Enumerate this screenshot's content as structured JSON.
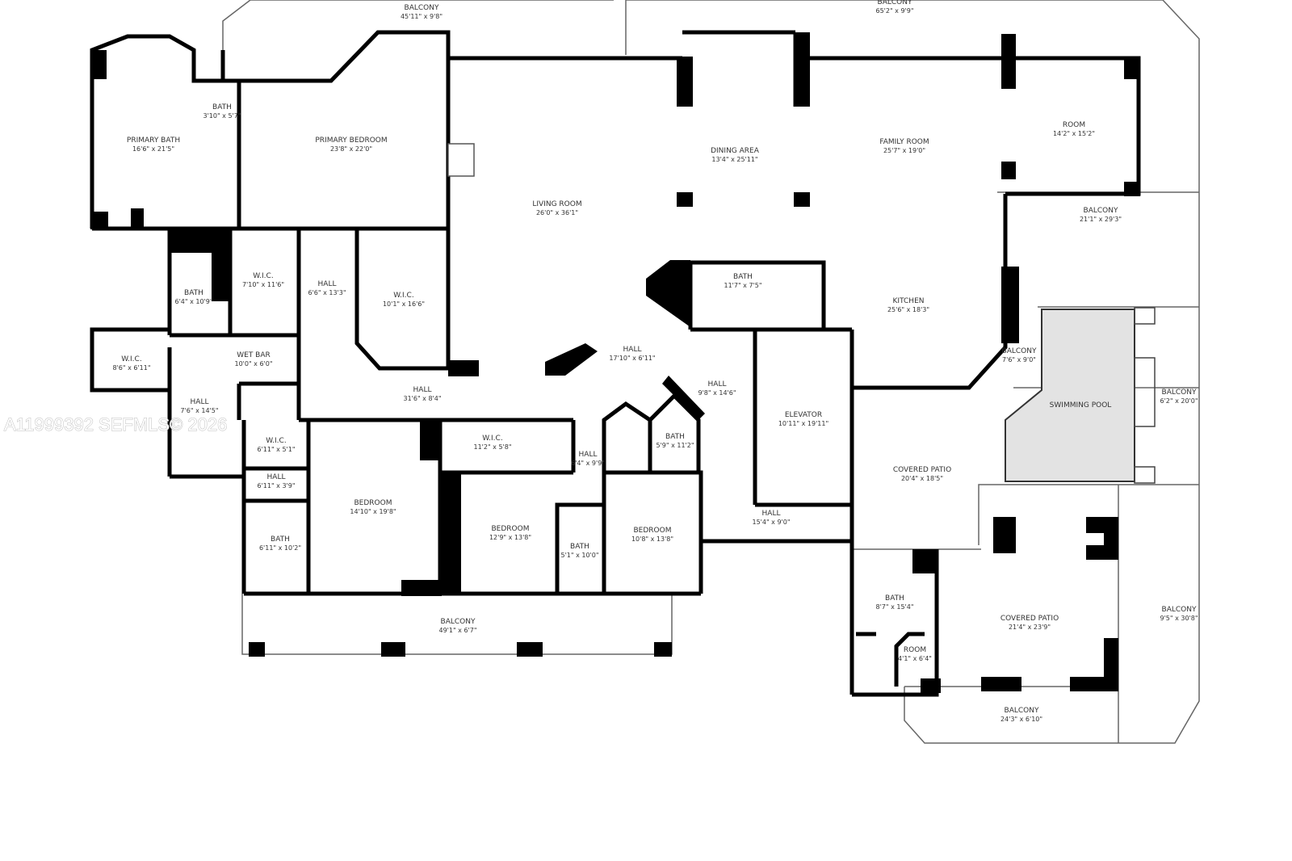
{
  "watermark": "A11999392  SEFMLS© 2026",
  "rooms": [
    {
      "id": "balcony-top-left",
      "name": "BALCONY",
      "dim": "45'11\" x 9'8\""
    },
    {
      "id": "balcony-top-right",
      "name": "BALCONY",
      "dim": "65'2\" x 9'9\""
    },
    {
      "id": "primary-bath",
      "name": "PRIMARY BATH",
      "dim": "16'6\" x 21'5\""
    },
    {
      "id": "bath-1",
      "name": "BATH",
      "dim": "3'10\" x 5'7\""
    },
    {
      "id": "primary-bedroom",
      "name": "PRIMARY BEDROOM",
      "dim": "23'8\" x 22'0\""
    },
    {
      "id": "dining-area",
      "name": "DINING AREA",
      "dim": "13'4\" x 25'11\""
    },
    {
      "id": "family-room",
      "name": "FAMILY ROOM",
      "dim": "25'7\" x 19'0\""
    },
    {
      "id": "room-1",
      "name": "ROOM",
      "dim": "14'2\" x 15'2\""
    },
    {
      "id": "living-room",
      "name": "LIVING ROOM",
      "dim": "26'0\" x 36'1\""
    },
    {
      "id": "balcony-right-1",
      "name": "BALCONY",
      "dim": "21'1\" x 29'3\""
    },
    {
      "id": "wic-1",
      "name": "W.I.C.",
      "dim": "7'10\" x 11'6\""
    },
    {
      "id": "hall-1",
      "name": "HALL",
      "dim": "6'6\" x 13'3\""
    },
    {
      "id": "bath-2",
      "name": "BATH",
      "dim": "6'4\" x 10'9\""
    },
    {
      "id": "wic-2",
      "name": "W.I.C.",
      "dim": "10'1\" x 16'6\""
    },
    {
      "id": "bath-3",
      "name": "BATH",
      "dim": "11'7\" x 7'5\""
    },
    {
      "id": "kitchen",
      "name": "KITCHEN",
      "dim": "25'6\" x 18'3\""
    },
    {
      "id": "wic-3",
      "name": "W.I.C.",
      "dim": "8'6\" x 6'11\""
    },
    {
      "id": "wet-bar",
      "name": "WET BAR",
      "dim": "10'0\" x 6'0\""
    },
    {
      "id": "hall-2",
      "name": "HALL",
      "dim": "17'10\" x 6'11\""
    },
    {
      "id": "balcony-pool",
      "name": "BALCONY",
      "dim": "7'6\" x 9'0\""
    },
    {
      "id": "hall-3",
      "name": "HALL",
      "dim": "9'8\" x 14'6\""
    },
    {
      "id": "balcony-right-2",
      "name": "BALCONY",
      "dim": "6'2\" x 20'0\""
    },
    {
      "id": "hall-4",
      "name": "HALL",
      "dim": "31'6\" x 8'4\""
    },
    {
      "id": "hall-5",
      "name": "HALL",
      "dim": "7'6\" x 14'5\""
    },
    {
      "id": "swimming-pool",
      "name": "SWIMMING POOL",
      "dim": ""
    },
    {
      "id": "elevator",
      "name": "ELEVATOR",
      "dim": "10'11\" x 19'11\""
    },
    {
      "id": "wic-4",
      "name": "W.I.C.",
      "dim": "6'11\" x 5'1\""
    },
    {
      "id": "wic-5",
      "name": "W.I.C.",
      "dim": "11'2\" x 5'8\""
    },
    {
      "id": "bath-4",
      "name": "BATH",
      "dim": "5'9\" x 11'2\""
    },
    {
      "id": "hall-6",
      "name": "HALL",
      "dim": "6'4\" x 9'9\""
    },
    {
      "id": "covered-patio-1",
      "name": "COVERED PATIO",
      "dim": "20'4\" x 18'5\""
    },
    {
      "id": "hall-7",
      "name": "HALL",
      "dim": "6'11\" x 3'9\""
    },
    {
      "id": "bedroom-1",
      "name": "BEDROOM",
      "dim": "14'10\" x 19'8\""
    },
    {
      "id": "bedroom-2",
      "name": "BEDROOM",
      "dim": "12'9\" x 13'8\""
    },
    {
      "id": "bedroom-3",
      "name": "BEDROOM",
      "dim": "10'8\" x 13'8\""
    },
    {
      "id": "hall-8",
      "name": "HALL",
      "dim": "15'4\" x 9'0\""
    },
    {
      "id": "bath-5",
      "name": "BATH",
      "dim": "6'11\" x 10'2\""
    },
    {
      "id": "bath-6",
      "name": "BATH",
      "dim": "5'1\" x 10'0\""
    },
    {
      "id": "bath-7",
      "name": "BATH",
      "dim": "8'7\" x 15'4\""
    },
    {
      "id": "covered-patio-2",
      "name": "COVERED PATIO",
      "dim": "21'4\" x 23'9\""
    },
    {
      "id": "balcony-right-3",
      "name": "BALCONY",
      "dim": "9'5\" x 30'8\""
    },
    {
      "id": "balcony-bottom-left",
      "name": "BALCONY",
      "dim": "49'1\" x 6'7\""
    },
    {
      "id": "room-2",
      "name": "ROOM",
      "dim": "4'1\" x 6'4\""
    },
    {
      "id": "balcony-bottom-right",
      "name": "BALCONY",
      "dim": "24'3\" x 6'10\""
    }
  ]
}
